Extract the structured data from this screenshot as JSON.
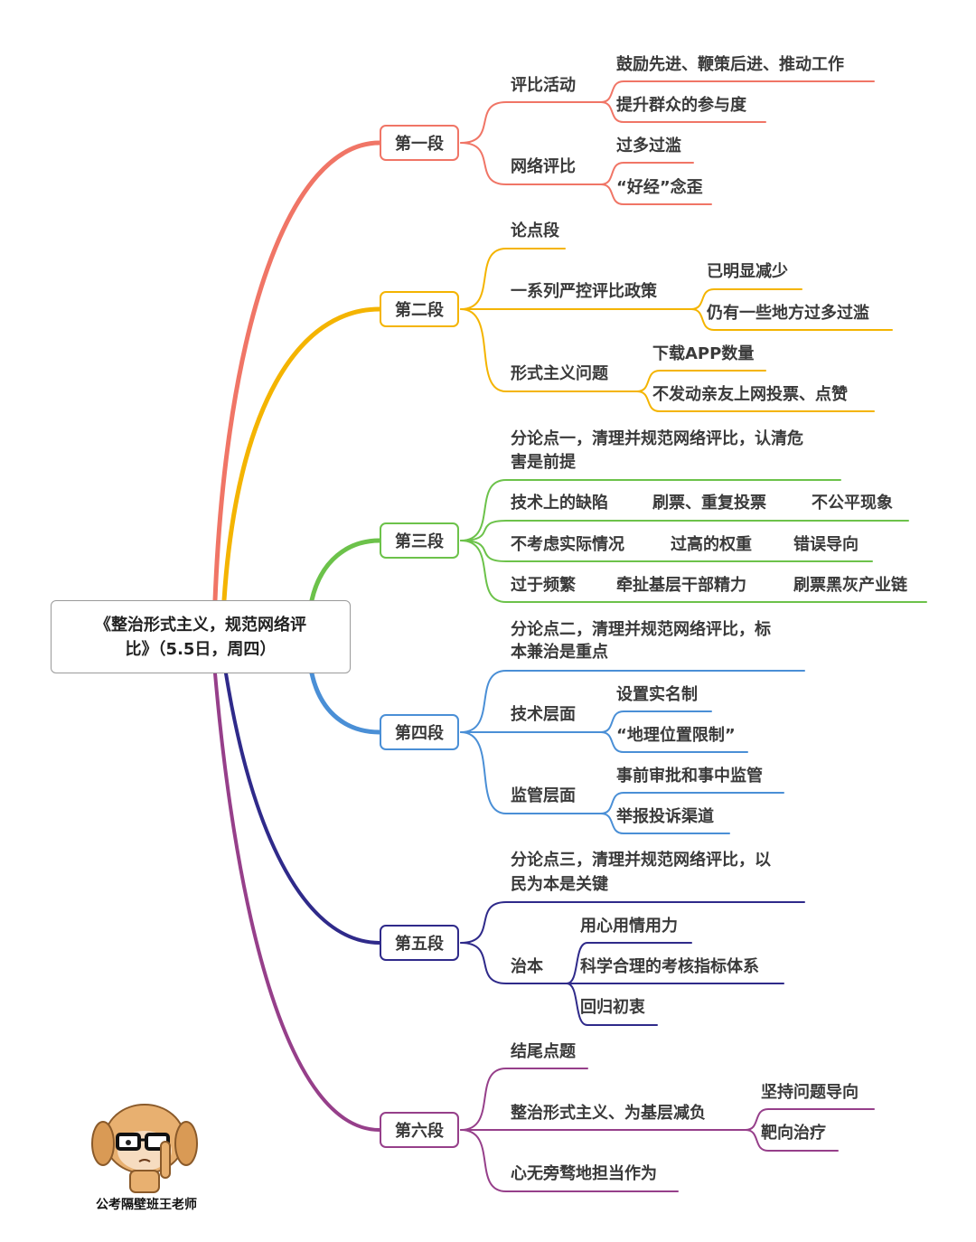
{
  "root": {
    "line1": "《整治形式主义，规范网络评",
    "line2": "比》（5.5日，周四）"
  },
  "colors": {
    "s1": "#f07566",
    "s2": "#f4b400",
    "s3": "#6cc24a",
    "s4": "#4a8fd6",
    "s5": "#2f2a8a",
    "s6": "#963f8a"
  },
  "sections": [
    {
      "label": "第一段",
      "children": [
        {
          "text": "评比活动",
          "children": [
            "鼓励先进、鞭策后进、推动工作",
            "提升群众的参与度"
          ]
        },
        {
          "text": "网络评比",
          "children": [
            "过多过滥",
            "“好经”念歪"
          ]
        }
      ]
    },
    {
      "label": "第二段",
      "children": [
        {
          "text": "论点段"
        },
        {
          "text": "一系列严控评比政策",
          "children": [
            "已明显减少",
            "仍有一些地方过多过滥"
          ]
        },
        {
          "text": "形式主义问题",
          "children": [
            "下载APP数量",
            "不发动亲友上网投票、点赞"
          ]
        }
      ]
    },
    {
      "label": "第三段",
      "children": [
        {
          "text1": "分论点一，清理并规范网络评比，认清危",
          "text2": "害是前提"
        },
        {
          "row": [
            "技术上的缺陷",
            "刷票、重复投票",
            "不公平现象"
          ]
        },
        {
          "row": [
            "不考虑实际情况",
            "过高的权重",
            "错误导向"
          ]
        },
        {
          "row": [
            "过于频繁",
            "牵扯基层干部精力",
            "刷票黑灰产业链"
          ]
        }
      ]
    },
    {
      "label": "第四段",
      "children": [
        {
          "text1": "分论点二，清理并规范网络评比，标",
          "text2": "本兼治是重点"
        },
        {
          "text": "技术层面",
          "children": [
            "设置实名制",
            "“地理位置限制”"
          ]
        },
        {
          "text": "监管层面",
          "children": [
            "事前审批和事中监管",
            "举报投诉渠道"
          ]
        }
      ]
    },
    {
      "label": "第五段",
      "children": [
        {
          "text1": "分论点三，清理并规范网络评比，以",
          "text2": "民为本是关键"
        },
        {
          "text": "治本",
          "children": [
            "用心用情用力",
            "科学合理的考核指标体系",
            "回归初衷"
          ]
        }
      ]
    },
    {
      "label": "第六段",
      "children": [
        {
          "text": "结尾点题"
        },
        {
          "text": "整治形式主义、为基层减负",
          "children": [
            "坚持问题导向",
            "靶向治疗"
          ]
        },
        {
          "text": "心无旁骛地担当作为"
        }
      ]
    }
  ],
  "logo": {
    "caption": "公考隔壁班王老师"
  }
}
